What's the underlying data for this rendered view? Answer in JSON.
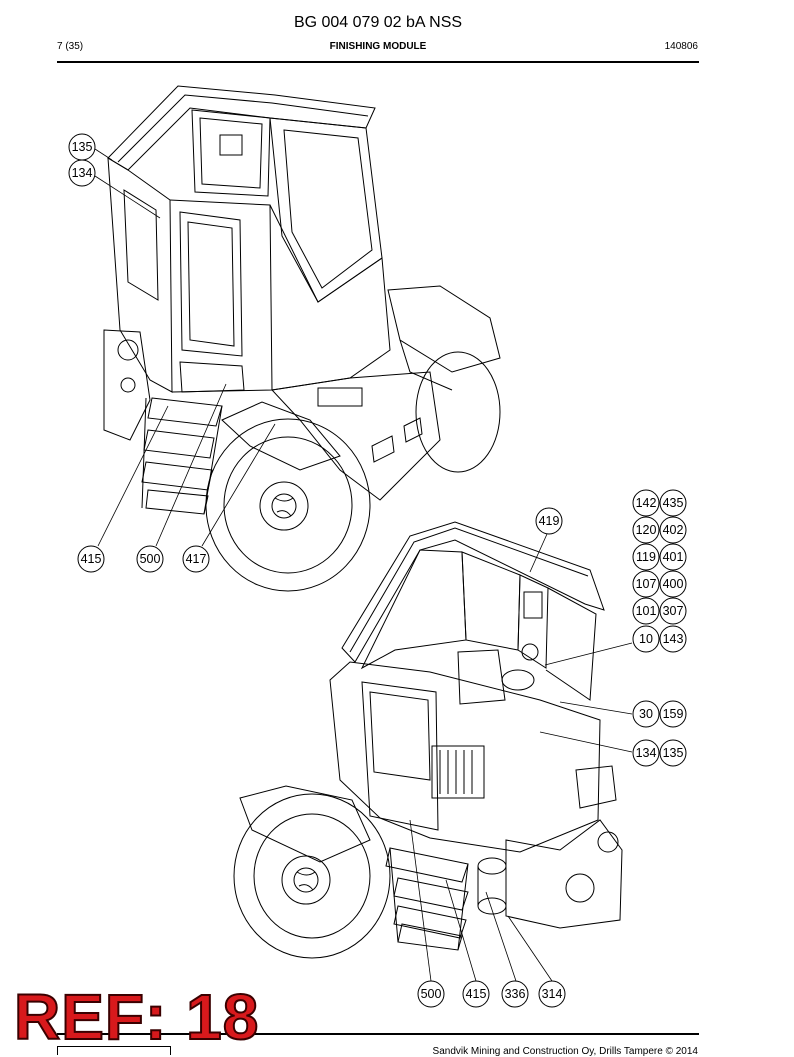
{
  "header": {
    "doc_title": "BG 004 079 02 bA NSS",
    "page": "7 (35)",
    "section": "FINISHING MODULE",
    "code": "140806"
  },
  "callouts": {
    "c135_top": "135",
    "c134_top": "134",
    "c415_top": "415",
    "c500_top": "500",
    "c417": "417",
    "c419": "419",
    "c142": "142",
    "c435": "435",
    "c120": "120",
    "c402": "402",
    "c119": "119",
    "c401": "401",
    "c107": "107",
    "c400": "400",
    "c101": "101",
    "c307": "307",
    "c10": "10",
    "c143": "143",
    "c30": "30",
    "c159": "159",
    "c134_bot": "134",
    "c135_bot": "135",
    "c500_bot": "500",
    "c415_bot": "415",
    "c336": "336",
    "c314": "314"
  },
  "overlay": {
    "ref_label": "REF: 18"
  },
  "footer": {
    "copyright": "Sandvik Mining and Construction Oy, Drills Tampere © 2014"
  }
}
